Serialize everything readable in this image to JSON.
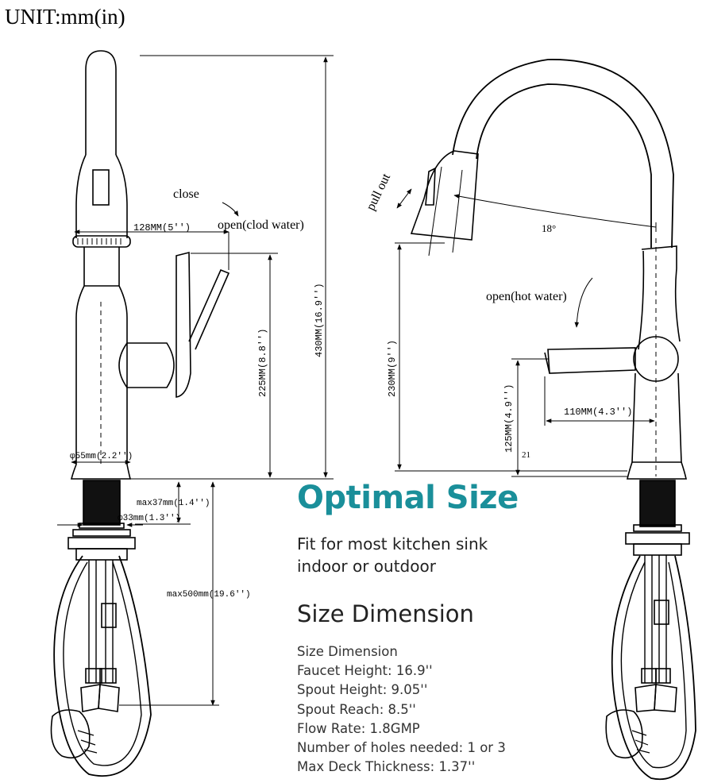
{
  "unit_label": "UNIT:mm(in)",
  "left_view": {
    "close": "close",
    "open_cold": "open(clod water)",
    "width_128": "128MM(5'')",
    "height_430": "430MM(16.9'')",
    "height_225": "225MM(8.8'')",
    "diam_55": "φ55mm(2.2'')",
    "max_37": "max37mm(1.4'')",
    "diam_33": "φ33mm(1.3'')",
    "max_500": "max500mm(19.6'')"
  },
  "right_view": {
    "pull_out": "pull out",
    "angle_18": "18°",
    "open_hot": "open(hot water)",
    "height_230": "230MM(9'')",
    "reach_110": "110MM(4.3'')",
    "height_125": "125MM(4.9'')",
    "value_21": "21"
  },
  "panel": {
    "title": "Optimal Size",
    "tagline_1": "Fit for most kitchen sink",
    "tagline_2": "indoor or outdoor",
    "heading": "Size Dimension",
    "specs": [
      "Size Dimension",
      "Faucet Height: 16.9''",
      "Spout Height: 9.05''",
      "Spout Reach: 8.5''",
      "Flow Rate: 1.8GMP",
      "Number of holes needed: 1 or 3",
      "Max Deck Thickness: 1.37''"
    ]
  },
  "colors": {
    "title": "#1a8f9a",
    "line": "#000000",
    "text": "#222222"
  }
}
